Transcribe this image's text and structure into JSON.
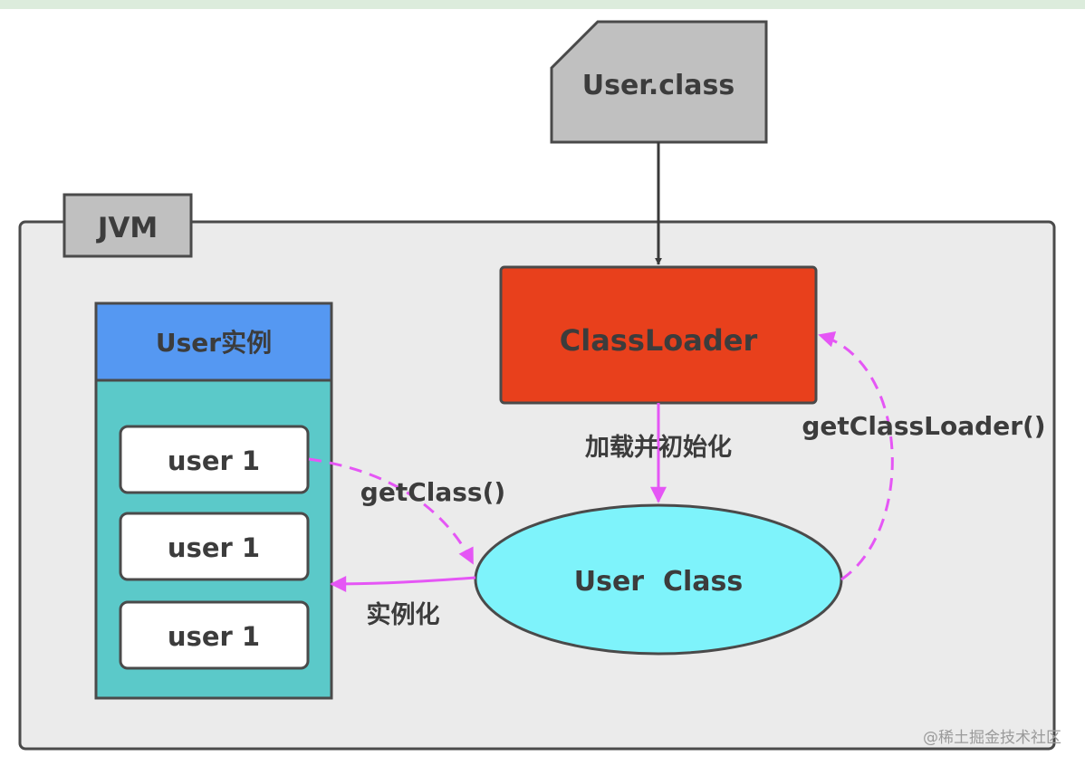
{
  "diagram": {
    "class_file": {
      "label": "User.class"
    },
    "jvm": {
      "label": "JVM"
    },
    "class_loader": {
      "label": "ClassLoader"
    },
    "user_class": {
      "label": "User  Class"
    },
    "instances": {
      "title": "User实例",
      "items": [
        {
          "label": "user 1"
        },
        {
          "label": "user 1"
        },
        {
          "label": "user 1"
        }
      ]
    },
    "edges": {
      "load_init": "加载并初始化",
      "get_class": "getClass()",
      "instantiate": "实例化",
      "get_class_loader": "getClassLoader()"
    },
    "watermark": "@稀土掘金技术社区"
  },
  "colors": {
    "top_band": "#dcecdc",
    "jvm_fill": "#ebebeb",
    "class_file_fill": "#c0c0c0",
    "class_loader_fill": "#e8401c",
    "instances_header": "#5598f2",
    "instances_body": "#5bc9c9",
    "user_class_fill": "#7ef3fb",
    "magenta": "#e556f5",
    "stroke": "#4a4a4a"
  }
}
